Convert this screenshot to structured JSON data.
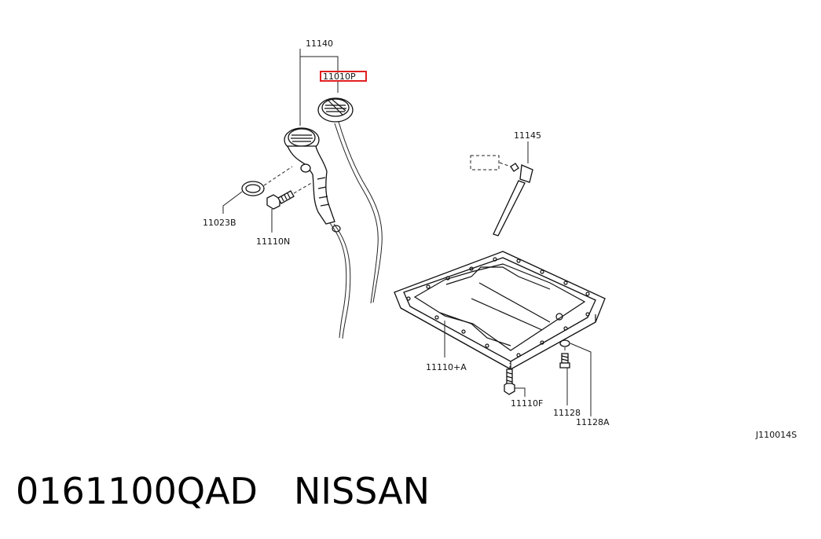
{
  "diagram": {
    "labels": {
      "l11140": "11140",
      "l11010p": "11010P",
      "l11023b": "11023B",
      "l11110n": "11110N",
      "l11145": "11145",
      "l11110a": "11110+A",
      "l11110f": "11110F",
      "l11128": "11128",
      "l11128a": "11128A",
      "ref": "J110014S"
    },
    "highlight_color": "#e02020"
  },
  "caption": {
    "part_number": "0161100QAD",
    "brand": "NISSAN"
  }
}
